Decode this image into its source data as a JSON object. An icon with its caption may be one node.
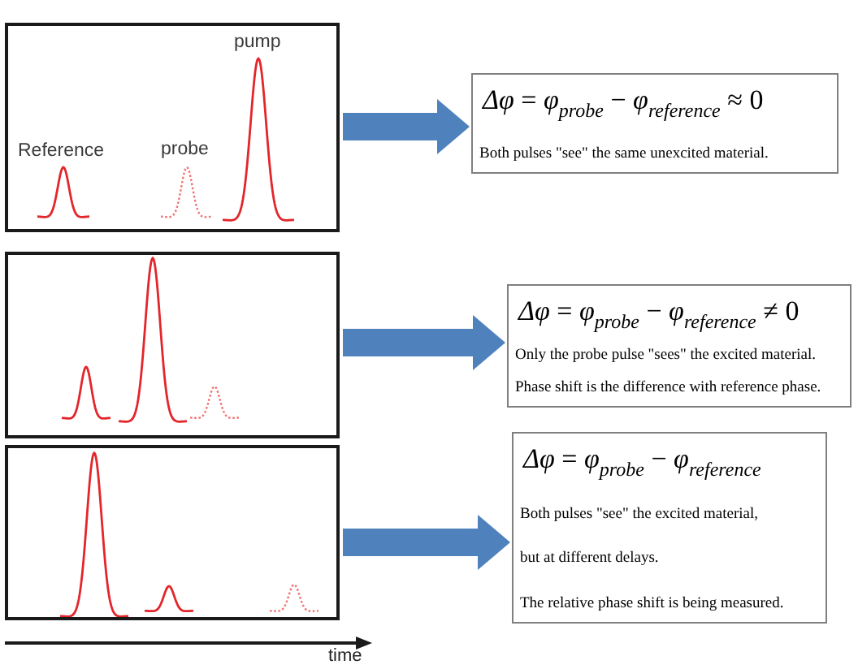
{
  "diagram": {
    "nodes": [
      {
        "text": [
          "Reference",
          "probe",
          "pump"
        ]
      },
      {
        "text": [
          "*Δφ* = *φ*$_{probe}$ − *φ*$_{reference}$ ≈ 0",
          "Both pulses \"see\" the same unexcited material."
        ]
      },
      {
        "text": [],
        "shape": "box"
      },
      {
        "text": [
          "*Δφ* = *φ*$_{probe}$ − *φ*$_{reference}$ ≠ 0",
          "Only the probe pulse \"sees\" the excited material.",
          "Phase shift is the difference with reference phase."
        ]
      },
      {
        "text": [],
        "shape": "box"
      },
      {
        "text": [
          "*Δφ* = *φ*$_{probe}$ − *φ*$_{reference}$",
          "Both pulses \"see\" the excited material,",
          "but at different delays.",
          "The relative phase shift is being measured."
        ]
      }
    ],
    "edges": [
      {
        "from": 0,
        "to": 1,
        "arrow": "to"
      },
      {
        "from": 2,
        "to": 3,
        "arrow": "to"
      },
      {
        "from": 4,
        "to": 5,
        "arrow": "to"
      }
    ],
    "labels": [
      "time"
    ]
  }
}
